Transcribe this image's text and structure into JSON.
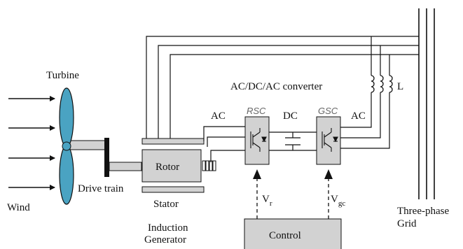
{
  "labels": {
    "turbine": "Turbine",
    "wind": "Wind",
    "drive_train": "Drive train",
    "rotor": "Rotor",
    "stator": "Stator",
    "induction": "Induction",
    "generator": "Generator",
    "ac_left": "AC",
    "dc": "DC",
    "ac_right": "AC",
    "rsc": "RSC",
    "gsc": "GSC",
    "converter": "AC/DC/AC converter",
    "inductor": "L",
    "vr_main": "V",
    "vr_sub": "r",
    "vgc_main": "V",
    "vgc_sub": "gc",
    "control": "Control",
    "three_phase": "Three-phase",
    "grid": "Grid"
  },
  "colors": {
    "blade": "#4aa3c2",
    "block": "#d2d2d2",
    "line": "#111111"
  }
}
